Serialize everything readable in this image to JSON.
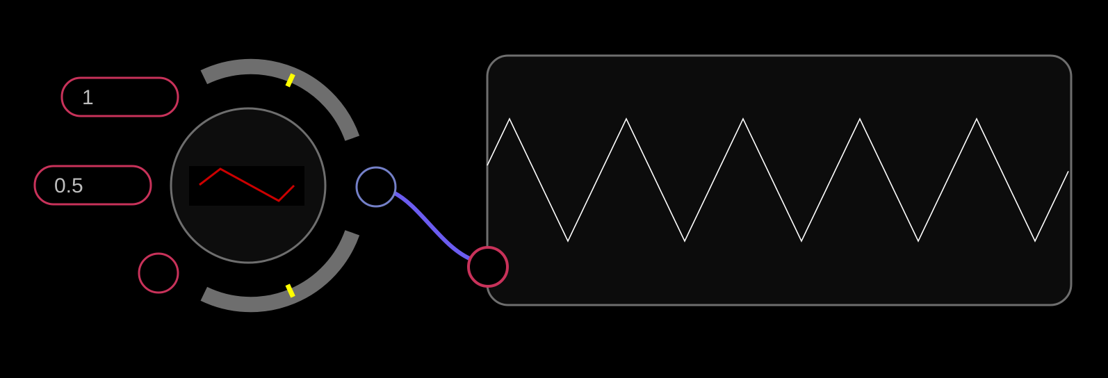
{
  "inputs": {
    "frequency": {
      "value": "1"
    },
    "amplitude": {
      "value": "0.5"
    }
  },
  "knob": {
    "icon": "triangle-wave-icon",
    "top_arc_indicator": 0.6,
    "bottom_arc_indicator": 0.4
  },
  "scope": {
    "waveform": "triangle",
    "cycles_shown": 5
  },
  "colors": {
    "background": "#000000",
    "port_input": "#c8325a",
    "port_output": "#7480c8",
    "cable": "#6b5cf0",
    "arc": "#6e6e6e",
    "indicator": "#ffff00",
    "wave_icon": "#cc0000",
    "trace": "#ffffff",
    "panel_fill": "#0c0c0c",
    "panel_border": "#6e6e6e"
  }
}
